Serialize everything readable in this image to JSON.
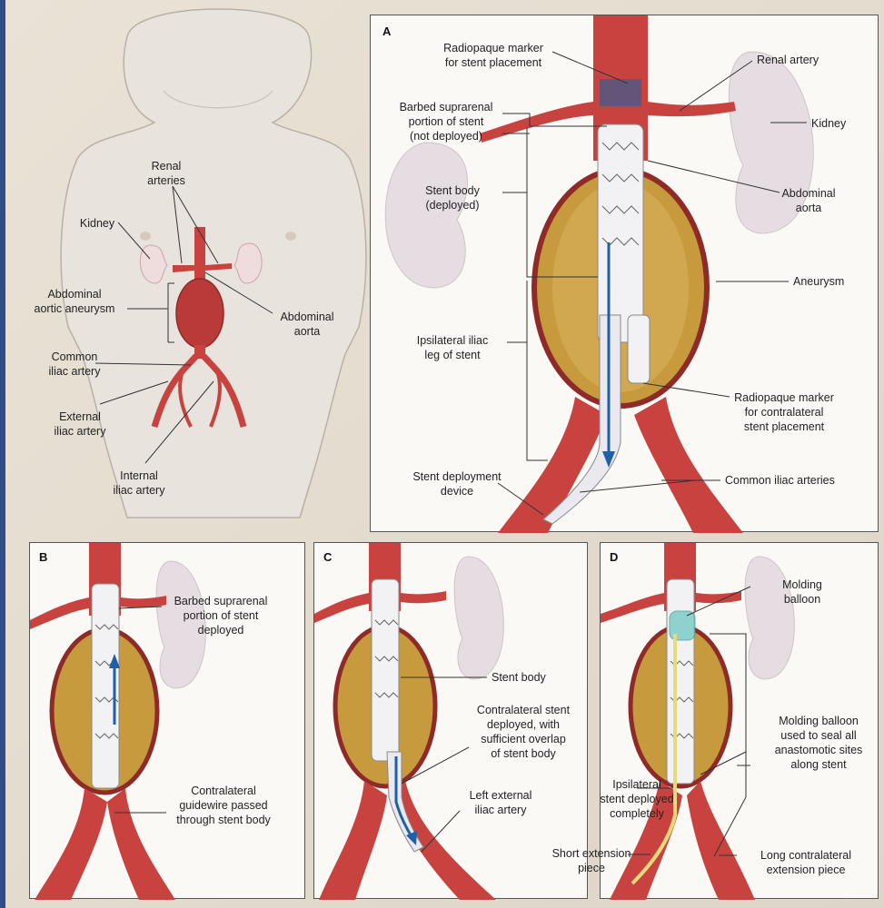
{
  "overview": {
    "renal_arteries": [
      "Renal",
      "arteries"
    ],
    "kidney": [
      "Kidney"
    ],
    "abdominal_aortic_aneurysm": [
      "Abdominal",
      "aortic aneurysm"
    ],
    "abdominal_aorta": [
      "Abdominal",
      "aorta"
    ],
    "common_iliac": [
      "Common",
      "iliac artery"
    ],
    "external_iliac": [
      "External",
      "iliac artery"
    ],
    "internal_iliac": [
      "Internal",
      "iliac artery"
    ]
  },
  "panel_a": {
    "letter": "A",
    "radiopaque_marker": [
      "Radiopaque marker",
      "for stent placement"
    ],
    "barbed_suprarenal": [
      "Barbed suprarenal",
      "portion of stent",
      "(not deployed)"
    ],
    "stent_body": [
      "Stent body",
      "(deployed)"
    ],
    "ipsilateral_leg": [
      "Ipsilateral iliac",
      "leg of stent"
    ],
    "deployment_device": [
      "Stent deployment",
      "device"
    ],
    "renal_artery": [
      "Renal artery"
    ],
    "kidney": [
      "Kidney"
    ],
    "abdominal_aorta": [
      "Abdominal",
      "aorta"
    ],
    "aneurysm": [
      "Aneurysm"
    ],
    "radiopaque_contralateral": [
      "Radiopaque marker",
      "for contralateral",
      "stent placement"
    ],
    "common_iliac_arteries": [
      "Common iliac arteries"
    ]
  },
  "panel_b": {
    "letter": "B",
    "barbed_deployed": [
      "Barbed suprarenal",
      "portion of stent",
      "deployed"
    ],
    "contralateral_guidewire": [
      "Contralateral",
      "guidewire passed",
      "through stent body"
    ]
  },
  "panel_c": {
    "letter": "C",
    "stent_body": [
      "Stent body"
    ],
    "contralateral_stent": [
      "Contralateral stent",
      "deployed, with",
      "sufficient overlap",
      "of stent body"
    ],
    "left_external_iliac": [
      "Left external",
      "iliac artery"
    ]
  },
  "panel_d": {
    "letter": "D",
    "molding_balloon": [
      "Molding",
      "balloon"
    ],
    "molding_balloon_seal": [
      "Molding balloon",
      "used to seal all",
      "anastomotic sites",
      "along stent"
    ],
    "ipsilateral_completely": [
      "Ipsilateral",
      "stent deployed",
      "completely"
    ],
    "short_extension": [
      "Short extension",
      "piece"
    ],
    "long_extension": [
      "Long contralateral",
      "extension piece"
    ]
  },
  "colors": {
    "artery": "#c8433f",
    "artery_dark": "#8e2a27",
    "aneurysm_fill": "#c79a3e",
    "stent": "#f2f2f4",
    "kidney": "#e6dde2",
    "arrow": "#1f5fa8"
  }
}
